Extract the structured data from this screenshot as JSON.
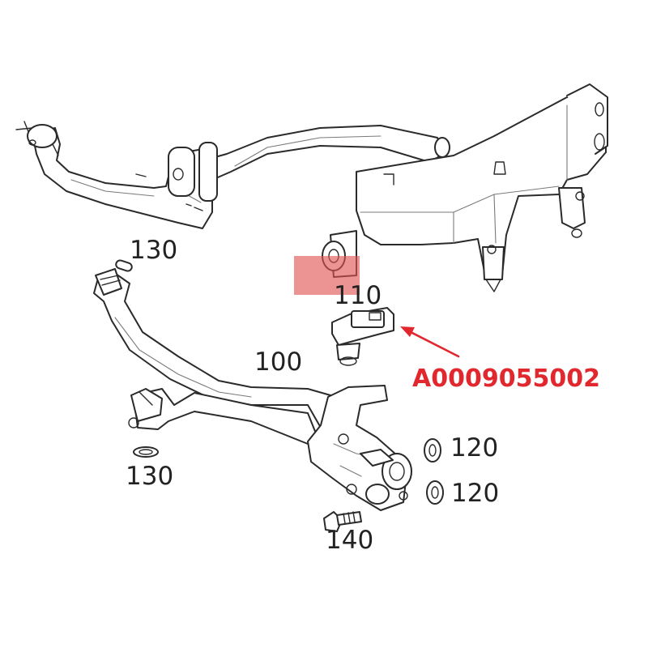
{
  "callouts": {
    "c130_top": "130",
    "c110": "110",
    "c100": "100",
    "c130_bottom": "130",
    "c120_top": "120",
    "c120_bottom": "120",
    "c140": "140"
  },
  "part_number": {
    "text": "A0009055002",
    "color": "#e0282e"
  },
  "highlight": {
    "color": "#e15253"
  },
  "arrow": {
    "color": "#e0282e"
  }
}
